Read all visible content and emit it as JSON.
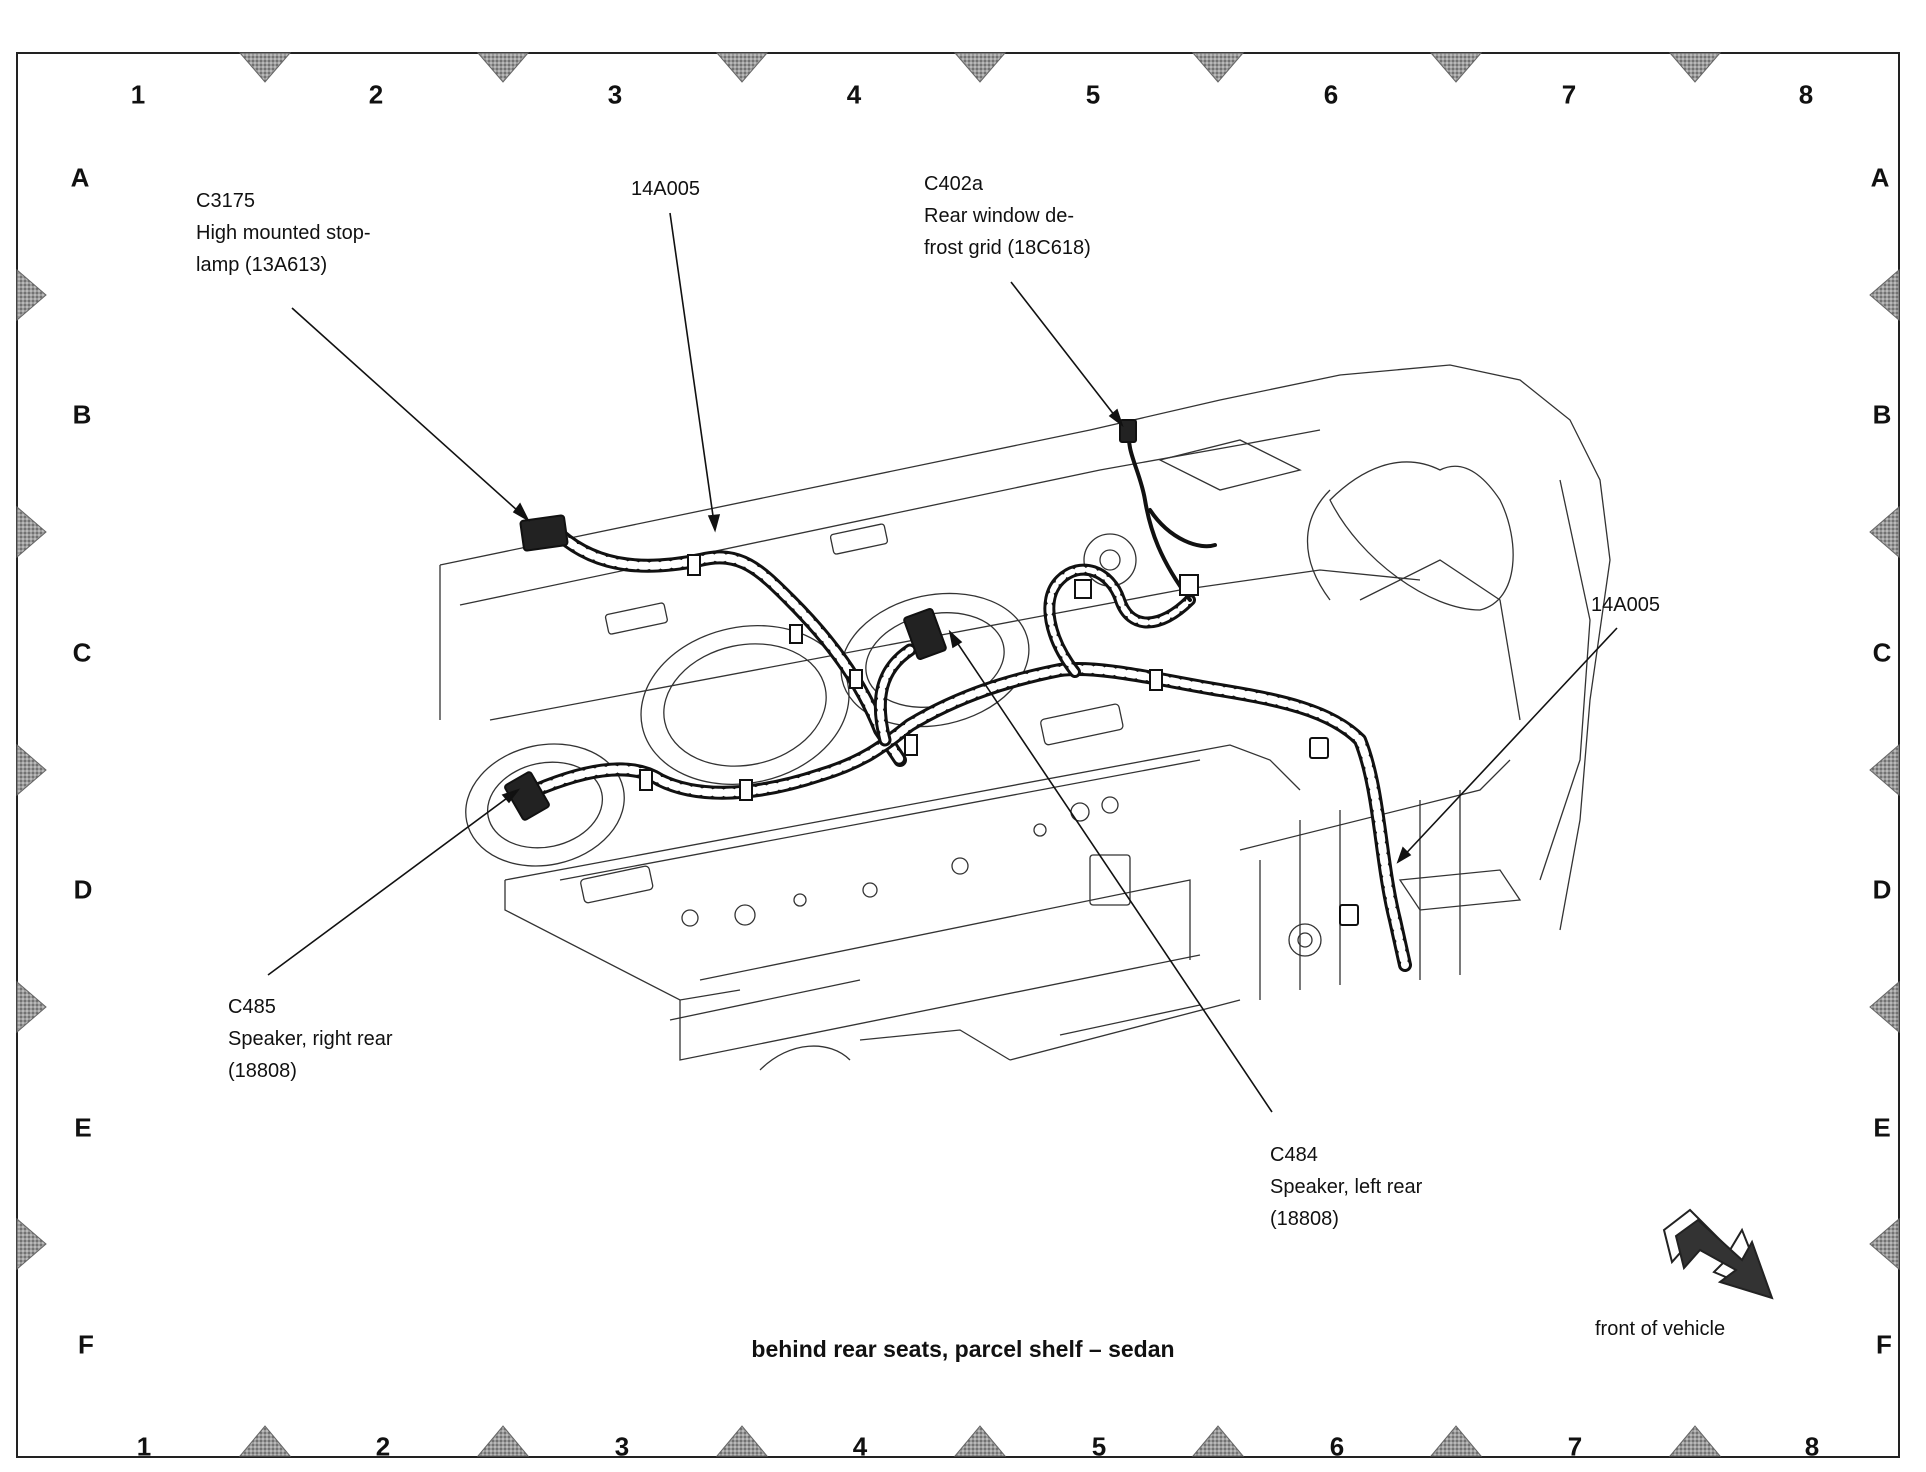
{
  "grid": {
    "columns": [
      "1",
      "2",
      "3",
      "4",
      "5",
      "6",
      "7",
      "8"
    ],
    "rows": [
      "A",
      "B",
      "C",
      "D",
      "E",
      "F"
    ]
  },
  "callouts": {
    "c3175": {
      "id": "C3175",
      "line1": "High mounted stop-",
      "line2": "lamp (13A613)"
    },
    "harness_top": {
      "id": "14A005"
    },
    "c402a": {
      "id": "C402a",
      "line1": "Rear window de-",
      "line2": "frost grid (18C618)"
    },
    "harness_right": {
      "id": "14A005"
    },
    "c485": {
      "id": "C485",
      "line1": "Speaker, right rear",
      "line2": "(18808)"
    },
    "c484": {
      "id": "C484",
      "line1": "Speaker, left rear",
      "line2": "(18808)"
    }
  },
  "caption": "behind rear seats, parcel shelf – sedan",
  "orientation_label": "front of vehicle",
  "colors": {
    "line": "#111111",
    "marker": "#7a7a7a",
    "arrow": "#333333"
  },
  "icons": {
    "orientation": "arrow-down-right-icon",
    "marker": "grid-tick-triangle-icon"
  }
}
